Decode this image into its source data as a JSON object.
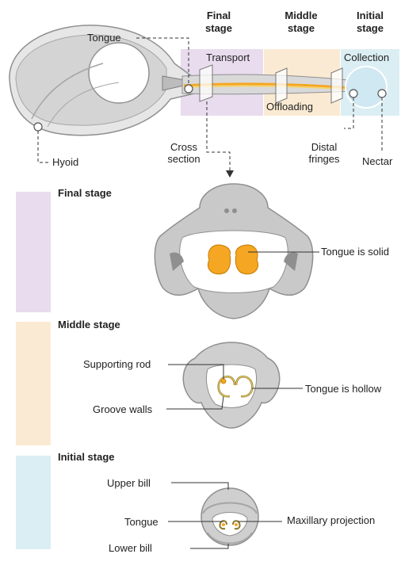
{
  "stage_headers": {
    "final": [
      "Final",
      "stage"
    ],
    "middle": [
      "Middle",
      "stage"
    ],
    "initial": [
      "Initial",
      "stage"
    ]
  },
  "zone_labels": {
    "transport": "Transport",
    "offloading": "Offloading",
    "collection": "Collection"
  },
  "skull_labels": {
    "tongue": "Tongue",
    "hyoid": "Hyoid",
    "cross_section": [
      "Cross",
      "section"
    ],
    "distal_fringes": [
      "Distal",
      "fringes"
    ],
    "nectar": "Nectar"
  },
  "sections": {
    "final": {
      "title": "Final stage",
      "labels": {
        "tongue": "Tongue is solid"
      }
    },
    "middle": {
      "title": "Middle stage",
      "labels": {
        "supporting_rod": "Supporting rod",
        "groove_walls": "Groove walls",
        "tongue": "Tongue is hollow"
      }
    },
    "initial": {
      "title": "Initial stage",
      "labels": {
        "upper_bill": "Upper bill",
        "tongue": "Tongue",
        "maxillary": "Maxillary projection",
        "lower_bill": "Lower bill"
      }
    }
  },
  "colors": {
    "final_band": "#e8dcee",
    "middle_band": "#fbead3",
    "initial_band": "#dbeef3",
    "tongue_orange": "#f5a623",
    "tongue_yellow": "#f6d36a",
    "bone_gray": "#c9c9c9",
    "bone_dark": "#8f8f8f"
  }
}
